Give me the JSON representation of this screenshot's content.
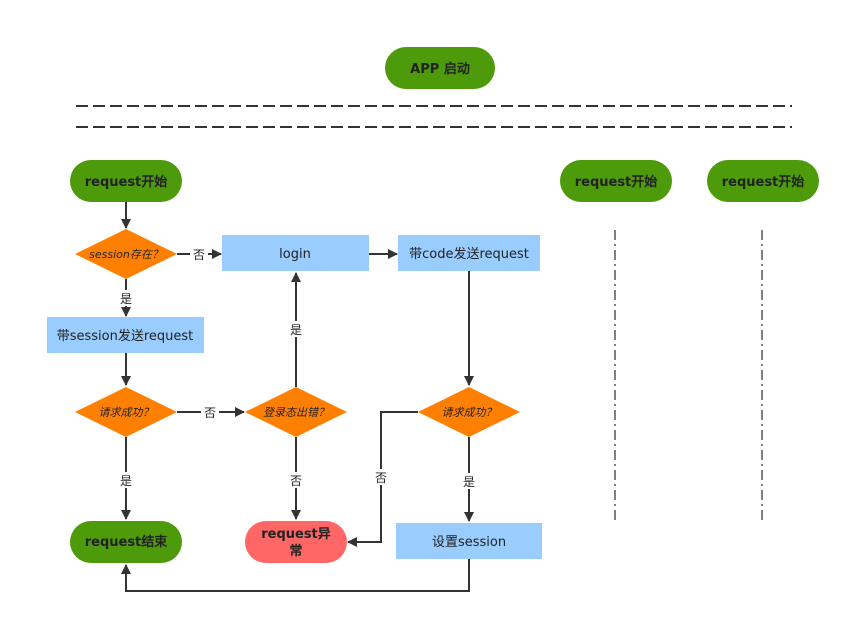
{
  "colors": {
    "green": "#4D9A0A",
    "orange": "#FF8000",
    "blue": "#99CCFF",
    "red": "#FF6666",
    "line": "#333333",
    "dashed": "#333333"
  },
  "header": {
    "app_start": "APP 启动"
  },
  "columns": {
    "col1_start": "request开始",
    "col2_start": "request开始",
    "col3_start": "request开始"
  },
  "nodes": {
    "session_exists": "session存在？",
    "login": "login",
    "send_with_code": "带code发送request",
    "send_with_session": "带session发送request",
    "request_success_1": "请求成功？",
    "login_error": "登录态出错？",
    "request_success_2": "请求成功？",
    "request_end": "request结束",
    "request_error_line1": "request异",
    "request_error_line2": "常",
    "set_session": "设置session"
  },
  "edge_labels": {
    "no_1": "否",
    "yes_1": "是",
    "yes_login": "是",
    "no_2": "否",
    "yes_2": "是",
    "no_3": "否",
    "no_4": "否",
    "yes_3": "是"
  }
}
